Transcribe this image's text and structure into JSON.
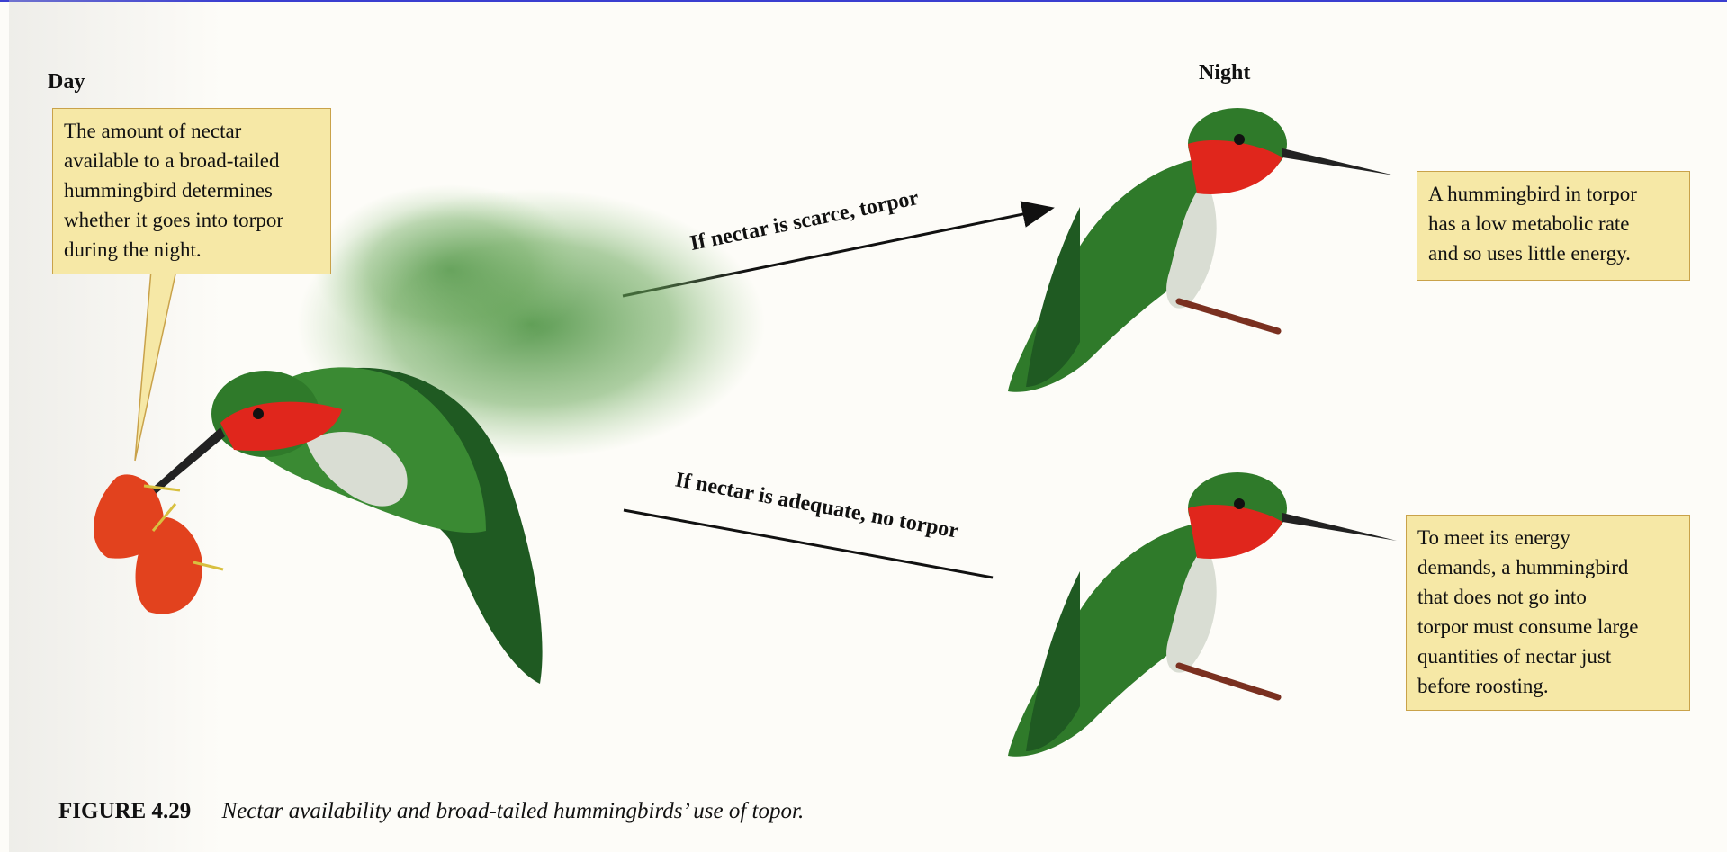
{
  "labels": {
    "day": "Day",
    "night": "Night"
  },
  "callouts": {
    "day": [
      "The amount of nectar",
      "available to a broad-tailed",
      "hummingbird determines",
      "whether it goes into torpor",
      "during the night."
    ],
    "torpor": [
      "A hummingbird in torpor",
      "has a low metabolic rate",
      "and so uses little energy."
    ],
    "no_torpor": [
      "To meet its energy",
      "demands, a hummingbird",
      "that does not go into",
      "torpor must consume large",
      "quantities of nectar just",
      "before roosting."
    ]
  },
  "arrows": {
    "scarce": "If nectar is scarce, torpor",
    "adequate": "If nectar is adequate, no torpor"
  },
  "caption": {
    "number": "FIGURE 4.29",
    "text": "Nectar availability and broad-tailed hummingbirds’ use of topor."
  },
  "colors": {
    "callout_fill": "#f6e8a6",
    "callout_border": "#c9a24a",
    "bird_green": "#2f7a2a",
    "throat_red": "#e0261c",
    "flower_red": "#e2421e"
  }
}
